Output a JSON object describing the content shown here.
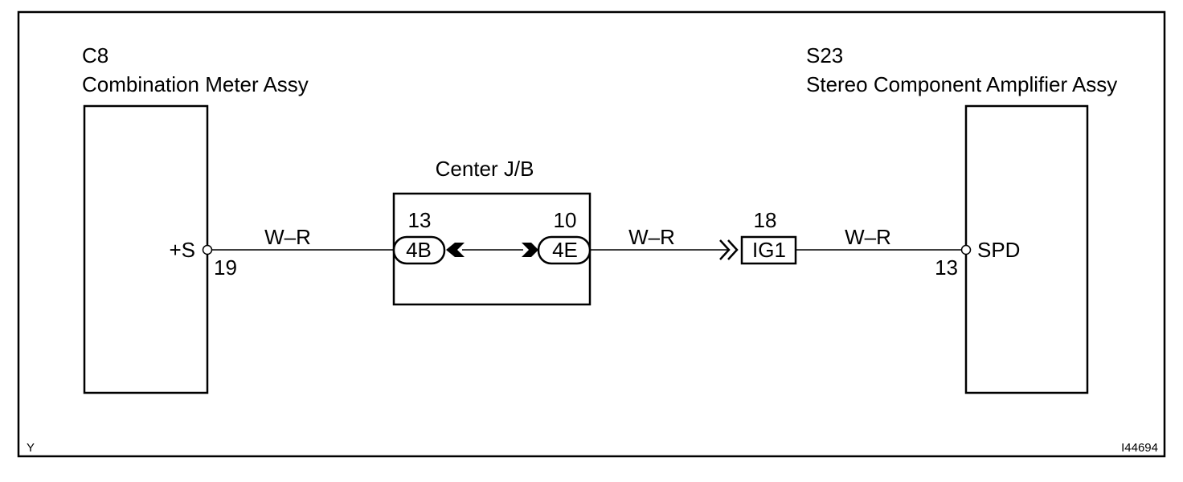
{
  "left_component": {
    "code": "C8",
    "name": "Combination Meter Assy",
    "terminal_name": "+S",
    "terminal_pin": "19"
  },
  "right_component": {
    "code": "S23",
    "name": "Stereo Component Amplifier Assy",
    "terminal_name": "SPD",
    "terminal_pin": "13"
  },
  "junction_block": {
    "title": "Center J/B",
    "left_connector": {
      "label": "4B",
      "pin": "13"
    },
    "right_connector": {
      "label": "4E",
      "pin": "10"
    }
  },
  "inline_connector": {
    "label": "IG1",
    "pin": "18"
  },
  "wires": [
    {
      "color_code": "W–R"
    },
    {
      "color_code": "W–R"
    },
    {
      "color_code": "W–R"
    }
  ],
  "footer": {
    "corner_letter": "Y",
    "figure_id": "I44694"
  }
}
